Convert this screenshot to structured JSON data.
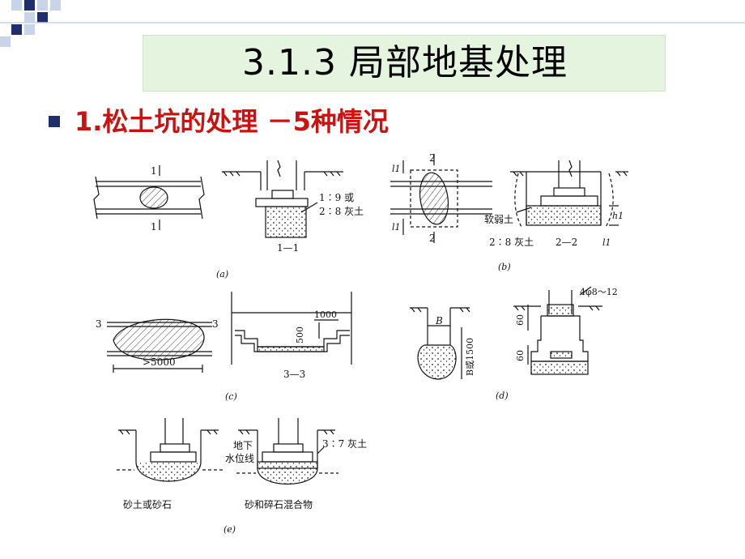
{
  "slide": {
    "title": "3.1.3 局部地基处理",
    "subtitle": "1.松土坑的处理 －5种情况",
    "accent_color": "#cc1111",
    "bullet_color": "#1f2f6b"
  },
  "figure": {
    "a": {
      "caption": "(a)",
      "section_mark_top": "1",
      "section_mark_bottom": "1",
      "section_label": "1—1",
      "fill_label_line1": "1∶9 或",
      "fill_label_line2": "2∶8 灰土"
    },
    "b": {
      "caption": "(b)",
      "section_mark_top": "2",
      "section_mark_bottom": "2",
      "dim_top": "l1",
      "dim_left": "l1",
      "dim_right": "l1",
      "dim_h": "h1",
      "soft_soil_label": "软弱土",
      "fill_label": "2∶8 灰土",
      "section_label": "2—2"
    },
    "c": {
      "caption": "(c)",
      "section_mark_left": "3",
      "section_mark_right": "3",
      "length_label": ">5000",
      "step_width": "1000",
      "step_height": "500",
      "section_label": "3—3"
    },
    "d": {
      "caption": "(d)",
      "width_label": "B",
      "depth_label": "B或1500",
      "rebar_label": "4φ8～12",
      "dim_upper": "60",
      "dim_lower": "60"
    },
    "e": {
      "caption": "(e)",
      "left_fill_label": "砂土或砂石",
      "water_label_line1": "地下",
      "water_label_line2": "水位线",
      "right_fill_label": "3∶7 灰土",
      "mixture_label": "砂和碎石混合物"
    }
  }
}
